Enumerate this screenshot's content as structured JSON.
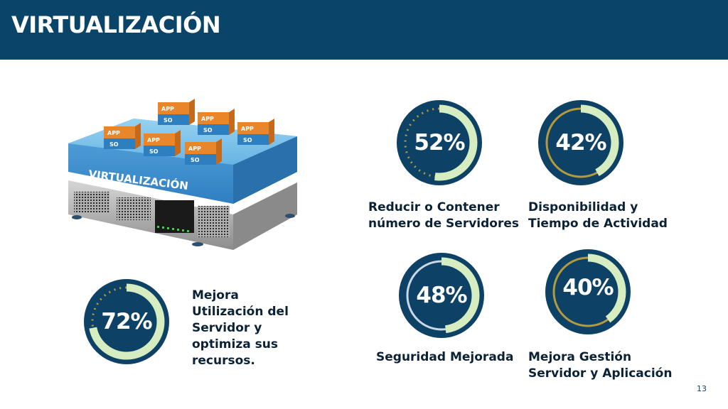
{
  "header": {
    "title": "VIRTUALIZACIÓN"
  },
  "illustration": {
    "band_label": "VIRTUALIZACIÓN",
    "box_top": "APP",
    "box_bottom": "SO"
  },
  "stats": [
    {
      "id": "servers",
      "value": 52,
      "percent_label": "52%",
      "label_lines": [
        "Reducir o Contener",
        "número de Servidores"
      ]
    },
    {
      "id": "availability",
      "value": 42,
      "percent_label": "42%",
      "label_lines": [
        "Disponibilidad y",
        "Tiempo de Actividad"
      ]
    },
    {
      "id": "security",
      "value": 48,
      "percent_label": "48%",
      "label_lines": [
        "Seguridad Mejorada"
      ]
    },
    {
      "id": "management",
      "value": 40,
      "percent_label": "40%",
      "label_lines": [
        "Mejora Gestión",
        "Servidor y Aplicación"
      ]
    },
    {
      "id": "utilization",
      "value": 72,
      "percent_label": "72%",
      "label_lines": [
        "Mejora",
        "Utilización del",
        "Servidor y",
        "optimiza sus",
        "recursos."
      ]
    }
  ],
  "footer": {
    "page_number": "13"
  },
  "colors": {
    "header": "#0a4468",
    "circle": "#0d4266",
    "ring": "#d6ecc1",
    "track": "#b39a3e"
  }
}
